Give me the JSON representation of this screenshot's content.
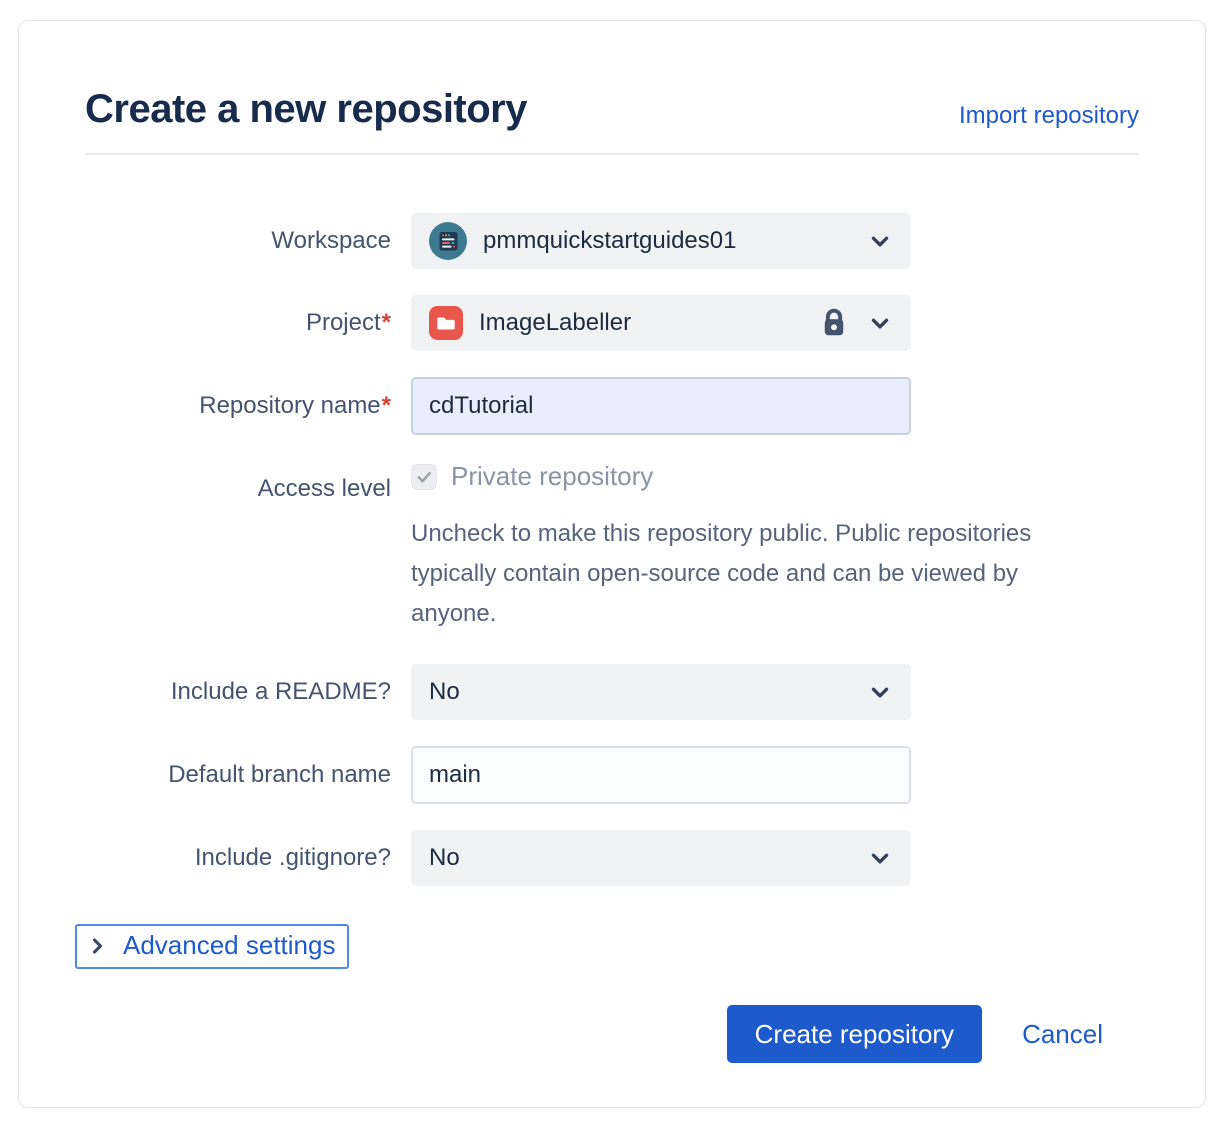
{
  "page": {
    "title": "Create a new repository",
    "import_link": "Import repository"
  },
  "form": {
    "workspace": {
      "label": "Workspace",
      "value": "pmmquickstartguides01"
    },
    "project": {
      "label": "Project",
      "required_mark": "*",
      "value": "ImageLabeller"
    },
    "repository_name": {
      "label": "Repository name",
      "required_mark": "*",
      "value": "cdTutorial"
    },
    "access_level": {
      "label": "Access level",
      "checkbox_label": "Private repository",
      "checkbox_checked": true,
      "help_text": "Uncheck to make this repository public. Public repositories typically contain open-source code and can be viewed by anyone."
    },
    "include_readme": {
      "label": "Include a README?",
      "value": "No"
    },
    "default_branch": {
      "label": "Default branch name",
      "value": "main"
    },
    "include_gitignore": {
      "label": "Include .gitignore?",
      "value": "No"
    },
    "advanced_settings": {
      "label": "Advanced settings"
    }
  },
  "actions": {
    "create_label": "Create repository",
    "cancel_label": "Cancel"
  },
  "colors": {
    "accent_blue": "#1d5acb",
    "title_navy": "#172b4d",
    "label_slate": "#44546f",
    "required_red": "#d04431",
    "field_gray": "#f1f2f4",
    "focused_field_blue": "#e8eefb",
    "avatar_teal": "#3e7b90",
    "project_icon_red": "#e9564b",
    "focus_ring": "#4e8ae8"
  }
}
